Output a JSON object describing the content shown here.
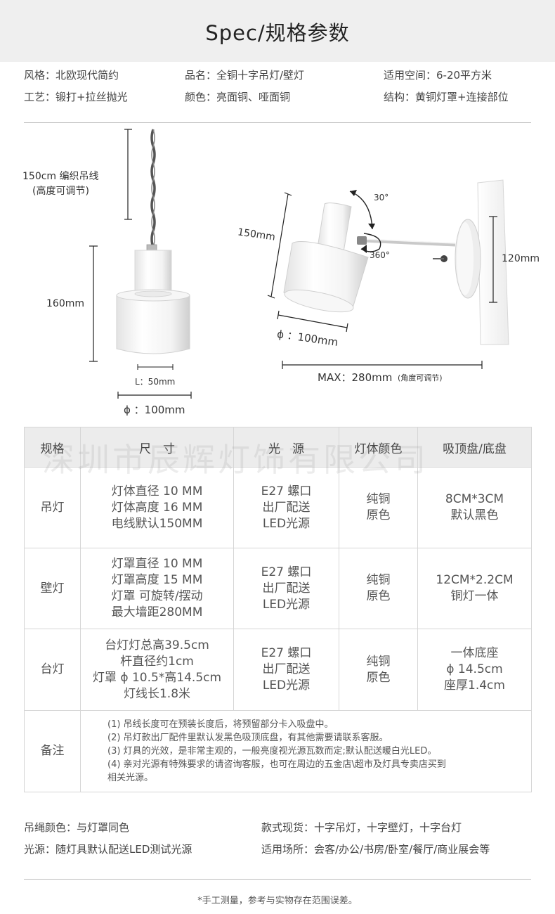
{
  "header": {
    "title": "Spec/规格参数"
  },
  "specs": [
    [
      "风格：北欧现代简约",
      "品名：全铜十字吊灯/壁灯",
      "适用空间：6-20平方米"
    ],
    [
      "工艺：锻打+拉丝抛光",
      "颜色：亮面铜、哑面铜",
      "结构：黄铜灯罩+连接部位"
    ]
  ],
  "diagram": {
    "cord_label": "150cm 编织吊线",
    "cord_note": "(高度可调节)",
    "pendant_height": "160mm",
    "pendant_l": "L：50mm",
    "pendant_diameter": "ϕ ：100mm",
    "wall_height": "150mm",
    "rot_30": "30°",
    "rot_360": "360°",
    "base_height": "120mm",
    "wall_diameter": "ϕ ：100mm",
    "max_label": "MAX：280mm",
    "max_note": "(角度可调节)"
  },
  "watermark": "深圳市辰辉灯饰有限公司",
  "table": {
    "headers": [
      "规格",
      "尺　寸",
      "光　源",
      "灯体颜色",
      "吸顶盘/底盘"
    ],
    "rows": [
      {
        "name": "吊灯",
        "size": [
          "灯体直径 10 MM",
          "灯体高度 16 MM",
          "电线默认150MM"
        ],
        "light": [
          "E27 螺口",
          "出厂配送",
          "LED光源"
        ],
        "color": [
          "纯铜",
          "原色"
        ],
        "base": [
          "8CM*3CM",
          "默认黑色"
        ]
      },
      {
        "name": "壁灯",
        "size": [
          "灯罩直径 10 MM",
          "灯罩高度 15 MM",
          "灯罩 可旋转/摆动",
          "最大墙距280MM"
        ],
        "light": [
          "E27 螺口",
          "出厂配送",
          "LED光源"
        ],
        "color": [
          "纯铜",
          "原色"
        ],
        "base": [
          "12CM*2.2CM",
          "铜灯一体"
        ]
      },
      {
        "name": "台灯",
        "size": [
          "台灯灯总高39.5cm",
          "杆直径约1cm",
          "灯罩 ϕ 10.5*高14.5cm",
          "灯线长1.8米"
        ],
        "light": [
          "E27 螺口",
          "出厂配送",
          "LED光源"
        ],
        "color": [
          "纯铜",
          "原色"
        ],
        "base": [
          "一体底座",
          "ϕ 14.5cm",
          "座厚1.4cm"
        ]
      }
    ],
    "notes_label": "备注",
    "notes": [
      "(1) 吊线长度可在预装长度后，将预留部分卡入吸盘中。",
      "(2) 吊灯款出厂配件里默认发黑色吸顶底盘，有其他需要请联系客服。",
      "(3) 灯具的光效，是非常主观的，一般亮度视光源瓦数而定;默认配送暖白光LED。",
      "(4) 亲对光源有特殊要求的请咨询客服，也可在周边的五金店\\超市及灯具专卖店买到",
      "相关光源。"
    ]
  },
  "footer": {
    "items": [
      [
        "吊绳颜色：与灯罩同色",
        "款式现货：十字吊灯，十字壁灯，十字台灯"
      ],
      [
        "光源：随灯具默认配送LED测试光源",
        "适用场所：会客/办公/书房/卧室/餐厅/商业展会等"
      ]
    ],
    "note": "*手工测量，参考与实物存在范围误差。"
  }
}
